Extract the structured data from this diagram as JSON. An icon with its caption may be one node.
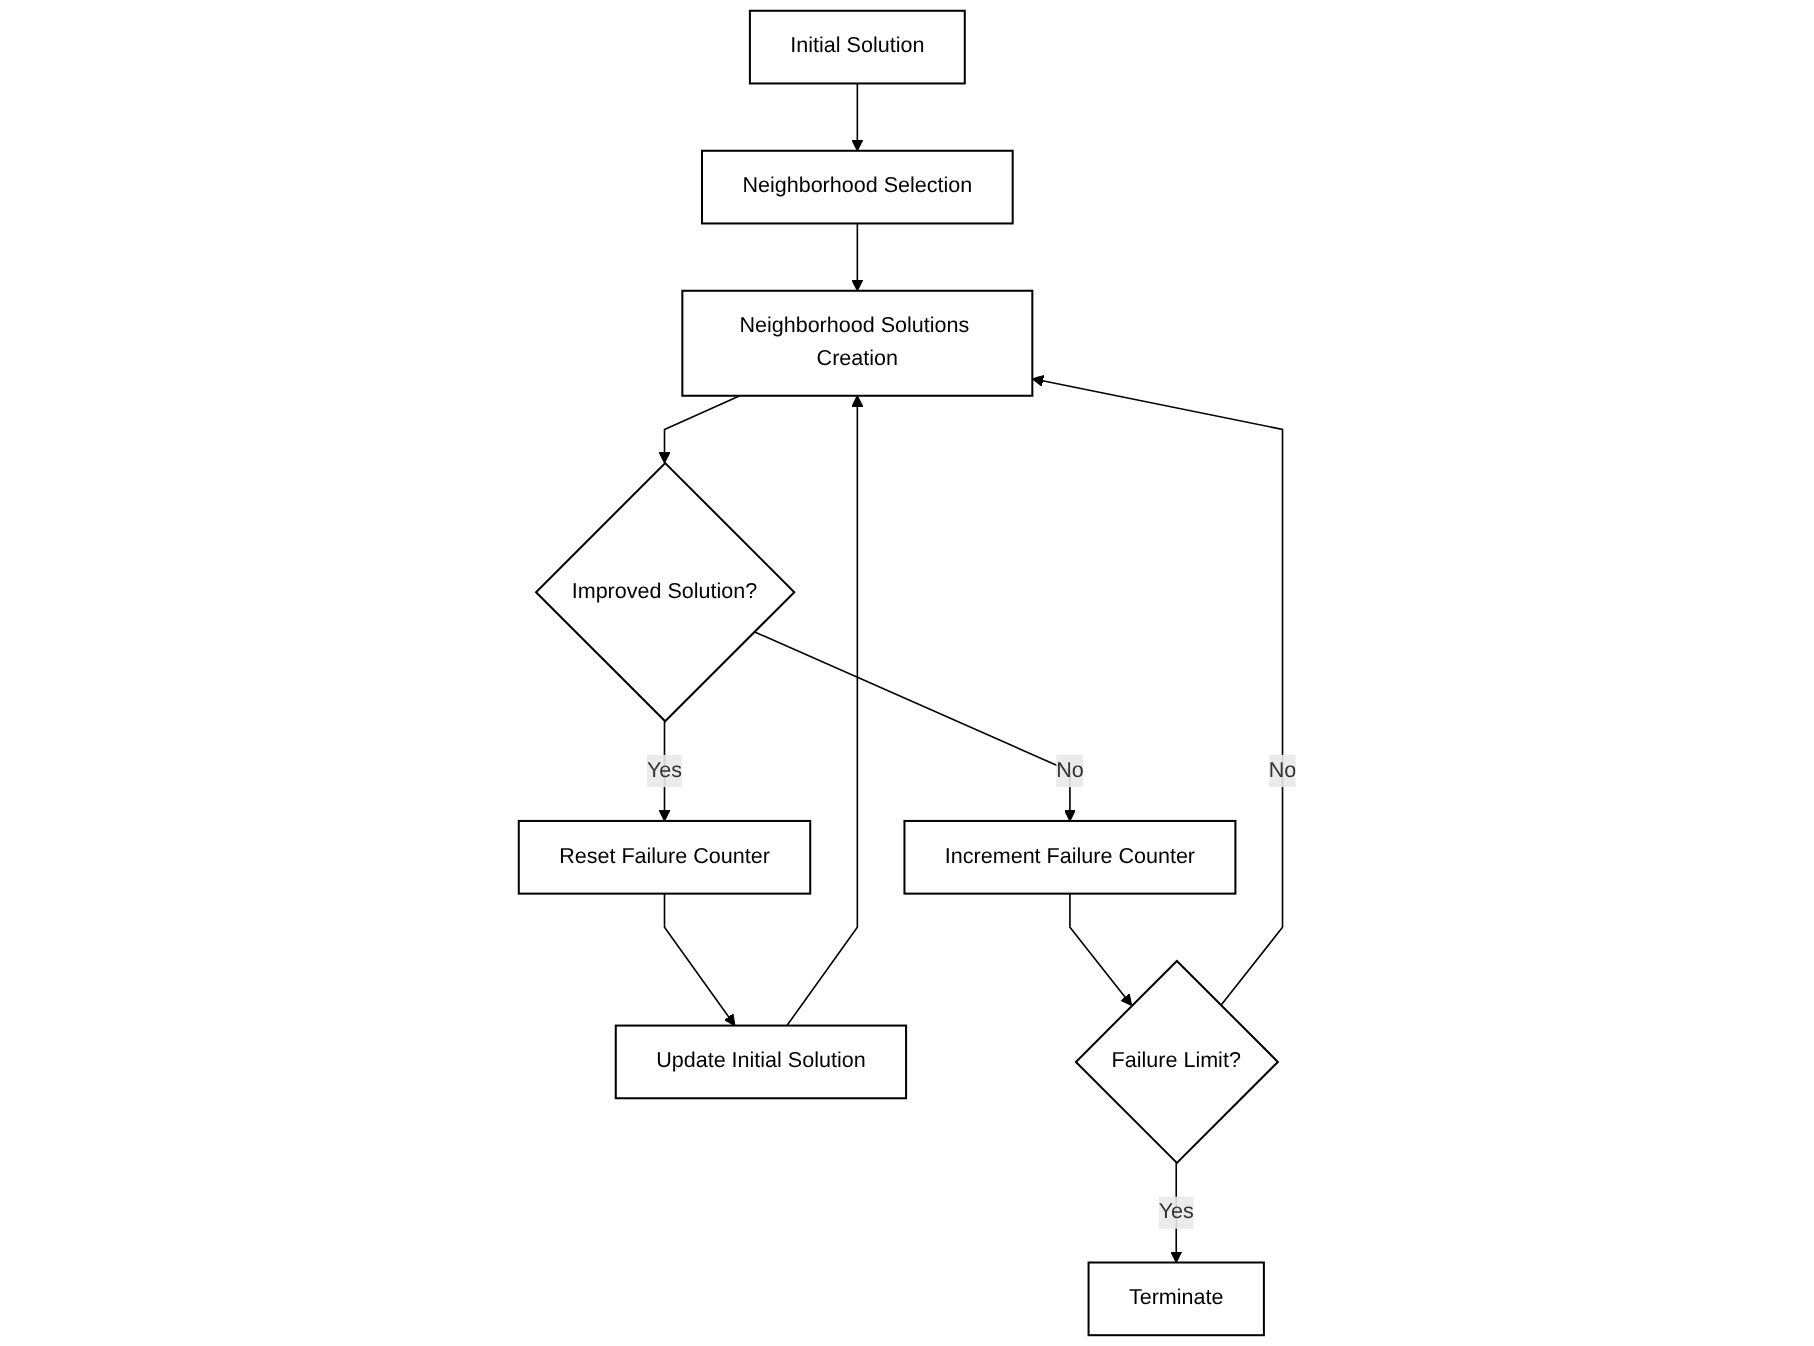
{
  "diagram": {
    "nodes": [
      {
        "text": [
          "Initial Solution"
        ]
      },
      {
        "text": [
          "Neighborhood Selection"
        ]
      },
      {
        "text": [
          "Neighborhood Solutions Creation"
        ]
      },
      {
        "text": [
          "Improved Solution?"
        ]
      },
      {
        "text": [
          "Reset Failure Counter"
        ]
      },
      {
        "text": [
          "Update Initial Solution"
        ]
      },
      {
        "text": [
          "Increment Failure Counter"
        ]
      },
      {
        "text": [
          "Failure Limit?"
        ]
      },
      {
        "text": [
          "Terminate"
        ]
      }
    ],
    "edges": [
      {
        "from": 0,
        "to": 1,
        "arrow": "to"
      },
      {
        "from": 1,
        "to": 2,
        "arrow": "to"
      },
      {
        "from": 2,
        "to": 3,
        "arrow": "to"
      },
      {
        "from": 3,
        "to": 4,
        "arrow": "to",
        "label": "Yes"
      },
      {
        "from": 4,
        "to": 5,
        "arrow": "to"
      },
      {
        "from": 5,
        "to": 2,
        "arrow": "to"
      },
      {
        "from": 3,
        "to": 6,
        "arrow": "to",
        "label": "No"
      },
      {
        "from": 6,
        "to": 7,
        "arrow": "to"
      },
      {
        "from": 7,
        "to": 8,
        "arrow": "to",
        "label": "Yes"
      },
      {
        "from": 7,
        "to": 2,
        "arrow": "to",
        "label": "No"
      }
    ]
  }
}
